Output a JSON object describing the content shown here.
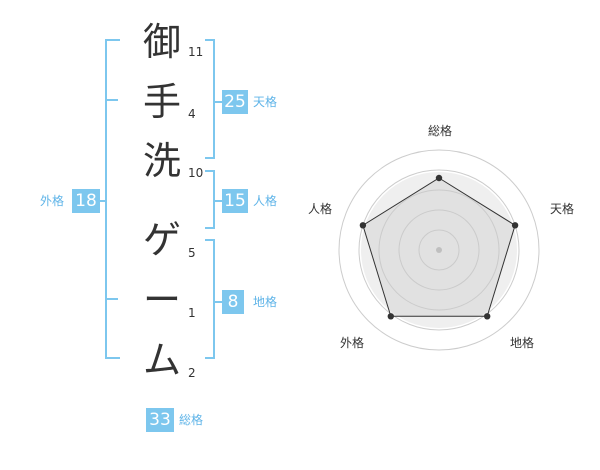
{
  "name": {
    "characters": [
      {
        "char": "御",
        "strokes": "11"
      },
      {
        "char": "手",
        "strokes": "4"
      },
      {
        "char": "洗",
        "strokes": "10"
      },
      {
        "char": "ゲ",
        "strokes": "5"
      },
      {
        "char": "ー",
        "strokes": "1"
      },
      {
        "char": "ム",
        "strokes": "2"
      }
    ]
  },
  "fortune": {
    "tenkaku": {
      "value": "25",
      "label": "天格"
    },
    "jinkaku": {
      "value": "15",
      "label": "人格"
    },
    "chikaku": {
      "value": "8",
      "label": "地格"
    },
    "gaikaku": {
      "value": "18",
      "label": "外格"
    },
    "soukaku": {
      "value": "33",
      "label": "総格"
    }
  },
  "radar": {
    "axes": [
      "総格",
      "天格",
      "地格",
      "外格",
      "人格"
    ],
    "values": [
      0.72,
      0.8,
      0.82,
      0.82,
      0.8
    ],
    "colors": {
      "ring": "#cccccc",
      "fill": "#efefef",
      "line": "#333333",
      "center": "#bbbbbb"
    }
  },
  "colors": {
    "accent": "#7dc7ee",
    "label": "#5fb4e8",
    "bracket": "#7dc7ee"
  }
}
